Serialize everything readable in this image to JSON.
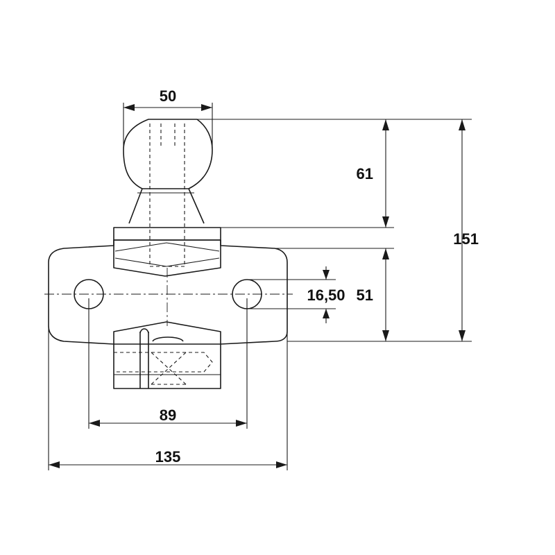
{
  "dimensions": {
    "ball_diameter": "50",
    "ball_height": "61",
    "total_height": "151",
    "plate_height": "51",
    "hole_diameter": "16,50",
    "hole_spacing": "89",
    "plate_width": "135"
  },
  "colors": {
    "line": "#1a1a1a",
    "background": "#ffffff"
  }
}
